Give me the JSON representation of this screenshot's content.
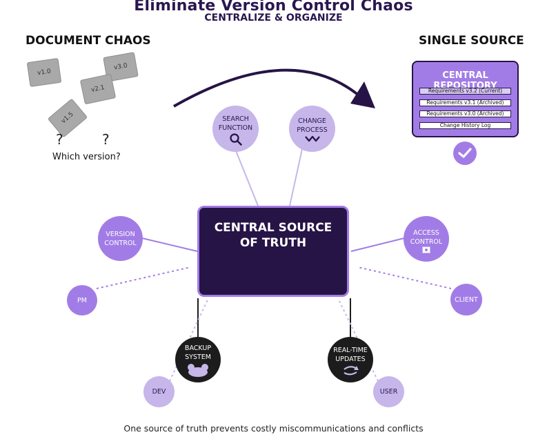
{
  "header": {
    "title": "Eliminate Version Control Chaos",
    "subtitle": "CENTRALIZE & ORGANIZE"
  },
  "chaos": {
    "heading": "DOCUMENT CHAOS",
    "docs": [
      "v1.0",
      "v3.0",
      "v2.1",
      "v1.5"
    ],
    "question_marks": [
      "?",
      "?"
    ],
    "caption": "Which version?"
  },
  "single_source": {
    "heading": "SINGLE SOURCE",
    "repository": {
      "title": "CENTRAL REPOSITORY",
      "items": [
        "Requirements v3.2 (Current)",
        "Requirements v3.1 (Archived)",
        "Requirements v3.0 (Archived)",
        "Change History Log"
      ]
    },
    "check_icon": "checkmark-icon"
  },
  "hub": {
    "label_line1": "CENTRAL SOURCE",
    "label_line2": "OF TRUTH"
  },
  "nodes": {
    "search": {
      "line1": "SEARCH",
      "line2": "FUNCTION",
      "icon": "magnifier-icon"
    },
    "change": {
      "line1": "CHANGE",
      "line2": "PROCESS",
      "icon": "zigzag-icon"
    },
    "version": {
      "line1": "VERSION",
      "line2": "CONTROL"
    },
    "access": {
      "line1": "ACCESS",
      "line2": "CONTROL",
      "icon": "lock-icon"
    },
    "backup": {
      "line1": "BACKUP",
      "line2": "SYSTEM",
      "icon": "cloud-icon"
    },
    "realtime": {
      "line1": "REAL-TIME",
      "line2": "UPDATES",
      "icon": "refresh-icon"
    },
    "pm": {
      "label": "PM"
    },
    "client": {
      "label": "CLIENT"
    },
    "dev": {
      "label": "DEV"
    },
    "user": {
      "label": "USER"
    }
  },
  "colors": {
    "dark_purple": "#261446",
    "mid_purple": "#a27ce6",
    "light_purple": "#c6b6ea",
    "dark_node": "#1c1c1c"
  },
  "footer": {
    "text": "One source of truth prevents costly miscommunications and conflicts"
  }
}
